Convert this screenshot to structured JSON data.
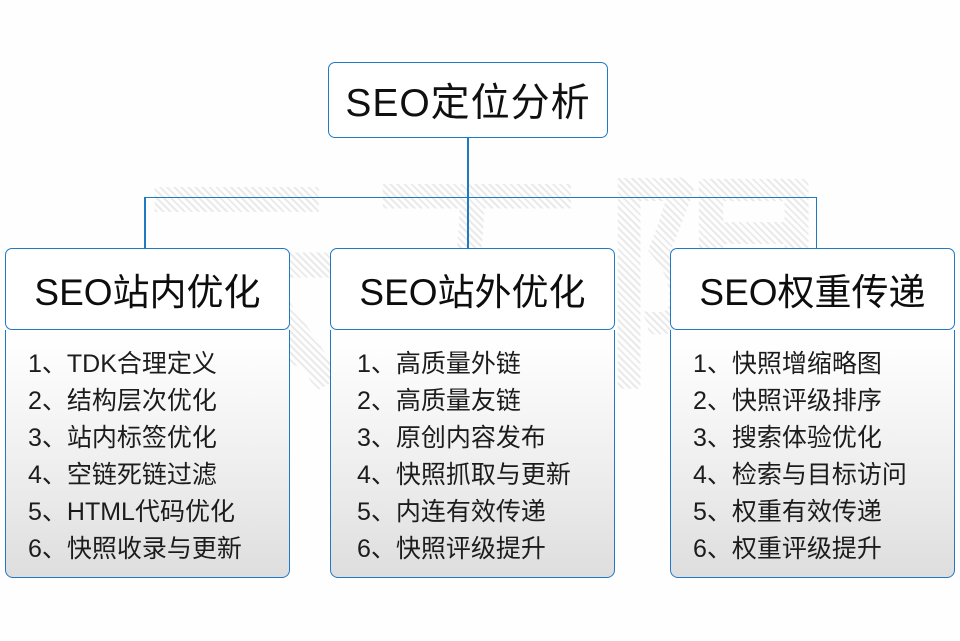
{
  "watermark": {
    "text": "云无限"
  },
  "colors": {
    "border_blue": "#2079c4",
    "connector_blue": "#1f7bc1",
    "text_dark": "#101010",
    "panel_top": "#ffffff",
    "panel_bottom": "#dedede"
  },
  "root": {
    "title": "SEO定位分析"
  },
  "columns": [
    {
      "title": "SEO站内优化",
      "items": [
        "1、TDK合理定义",
        "2、结构层次优化",
        "3、站内标签优化",
        "4、空链死链过滤",
        "5、HTML代码优化",
        "6、快照收录与更新"
      ]
    },
    {
      "title": "SEO站外优化",
      "items": [
        "1、高质量外链",
        "2、高质量友链",
        "3、原创内容发布",
        "4、快照抓取与更新",
        "5、内连有效传递",
        "6、快照评级提升"
      ]
    },
    {
      "title": "SEO权重传递",
      "items": [
        "1、快照增缩略图",
        "2、快照评级排序",
        "3、搜索体验优化",
        "4、检索与目标访问",
        "5、权重有效传递",
        "6、权重评级提升"
      ]
    }
  ]
}
